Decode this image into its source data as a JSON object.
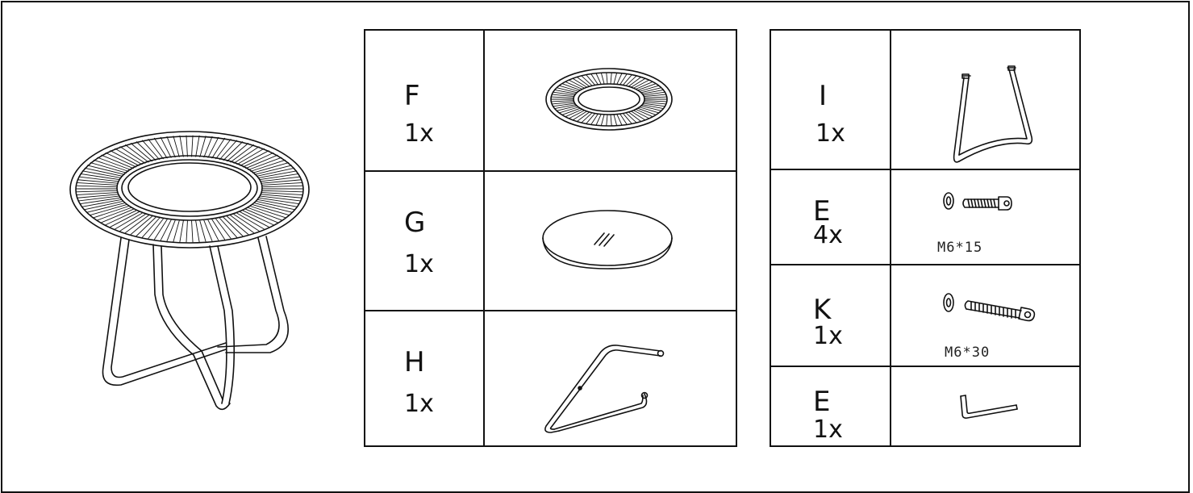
{
  "parts_left": [
    {
      "letter": "F",
      "qty": "1x",
      "icon": "rattan-table-top-icon"
    },
    {
      "letter": "G",
      "qty": "1x",
      "icon": "glass-top-icon"
    },
    {
      "letter": "H",
      "qty": "1x",
      "icon": "leg-frame-h-icon"
    }
  ],
  "parts_right": [
    {
      "letter": "I",
      "qty": "1x",
      "icon": "leg-frame-i-icon"
    },
    {
      "letter": "E",
      "qty": "4x",
      "icon": "bolt-washer-icon",
      "spec": "M6*15"
    },
    {
      "letter": "K",
      "qty": "1x",
      "icon": "bolt-washer-long-icon",
      "spec": "M6*30"
    },
    {
      "letter": "E",
      "qty": "1x",
      "icon": "allen-key-icon"
    }
  ],
  "assembled_icon": "assembled-side-table-icon"
}
